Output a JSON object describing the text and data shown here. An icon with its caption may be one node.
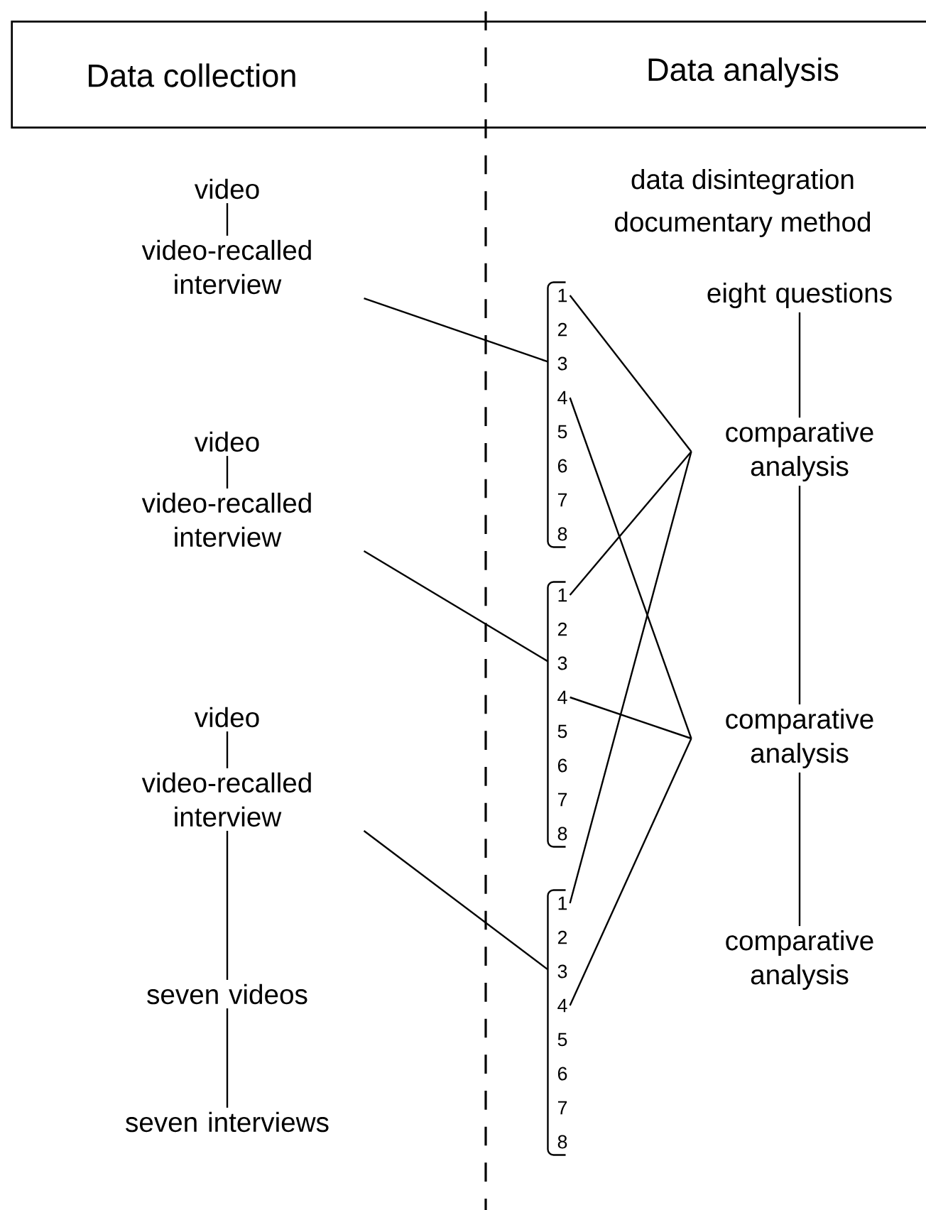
{
  "diagram": {
    "nodes": [
      {
        "text": [
          "Data collection",
          "Data analysis"
        ]
      },
      {
        "text": [
          "video"
        ]
      },
      {
        "text": [
          "video-recalled interview"
        ]
      },
      {
        "text": [
          "video"
        ]
      },
      {
        "text": [
          "video-recalled interview"
        ]
      },
      {
        "text": [
          "video"
        ]
      },
      {
        "text": [
          "video-recalled interview"
        ]
      },
      {
        "text": [
          "seven videos"
        ]
      },
      {
        "text": [
          "seven interviews"
        ]
      },
      {
        "text": [
          "eight questions"
        ]
      },
      {
        "text": [
          "comparative analysis"
        ]
      },
      {
        "text": [
          "comparative analysis"
        ]
      },
      {
        "text": [
          "comparative analysis"
        ]
      },
      {
        "text": [],
        "shape": "bracket"
      },
      {
        "text": [
          "1"
        ],
        "in": 13
      },
      {
        "text": [
          "2"
        ],
        "in": 13
      },
      {
        "text": [
          "3"
        ],
        "in": 13
      },
      {
        "text": [
          "4"
        ],
        "in": 13
      },
      {
        "text": [
          "5"
        ],
        "in": 13
      },
      {
        "text": [
          "6"
        ],
        "in": 13
      },
      {
        "text": [
          "7"
        ],
        "in": 13
      },
      {
        "text": [
          "8"
        ],
        "in": 13
      },
      {
        "text": [],
        "shape": "bracket"
      },
      {
        "text": [
          "1"
        ],
        "in": 22
      },
      {
        "text": [
          "2"
        ],
        "in": 22
      },
      {
        "text": [
          "3"
        ],
        "in": 22
      },
      {
        "text": [
          "4"
        ],
        "in": 22
      },
      {
        "text": [
          "5"
        ],
        "in": 22
      },
      {
        "text": [
          "6"
        ],
        "in": 22
      },
      {
        "text": [
          "7"
        ],
        "in": 22
      },
      {
        "text": [
          "8"
        ],
        "in": 22
      },
      {
        "text": [],
        "shape": "bracket"
      },
      {
        "text": [
          "1"
        ],
        "in": 31
      },
      {
        "text": [
          "2"
        ],
        "in": 31
      },
      {
        "text": [
          "3"
        ],
        "in": 31
      },
      {
        "text": [
          "4"
        ],
        "in": 31
      },
      {
        "text": [
          "5"
        ],
        "in": 31
      },
      {
        "text": [
          "6"
        ],
        "in": 31
      },
      {
        "text": [
          "7"
        ],
        "in": 31
      },
      {
        "text": [
          "8"
        ],
        "in": 31
      }
    ],
    "edges": [
      {
        "from": 1,
        "to": 2,
        "arrow": "none"
      },
      {
        "from": 3,
        "to": 4,
        "arrow": "none"
      },
      {
        "from": 5,
        "to": 6,
        "arrow": "none"
      },
      {
        "from": 6,
        "to": 7,
        "arrow": "none"
      },
      {
        "from": 7,
        "to": 8,
        "arrow": "none"
      },
      {
        "from": 2,
        "to": 13,
        "arrow": "none"
      },
      {
        "from": 4,
        "to": 22,
        "arrow": "none"
      },
      {
        "from": 6,
        "to": 31,
        "arrow": "none"
      },
      {
        "from": 9,
        "to": 10,
        "arrow": "none"
      },
      {
        "from": 10,
        "to": 11,
        "arrow": "none"
      },
      {
        "from": 11,
        "to": 12,
        "arrow": "none"
      },
      {
        "from": 14,
        "to": 10,
        "arrow": "none"
      },
      {
        "from": 23,
        "to": 10,
        "arrow": "none"
      },
      {
        "from": 32,
        "to": 10,
        "arrow": "none"
      },
      {
        "from": 17,
        "to": 11,
        "arrow": "none"
      },
      {
        "from": 26,
        "to": 11,
        "arrow": "none"
      },
      {
        "from": 35,
        "to": 11,
        "arrow": "none"
      }
    ],
    "labels": [
      "data disintegration",
      "documentary method"
    ]
  }
}
